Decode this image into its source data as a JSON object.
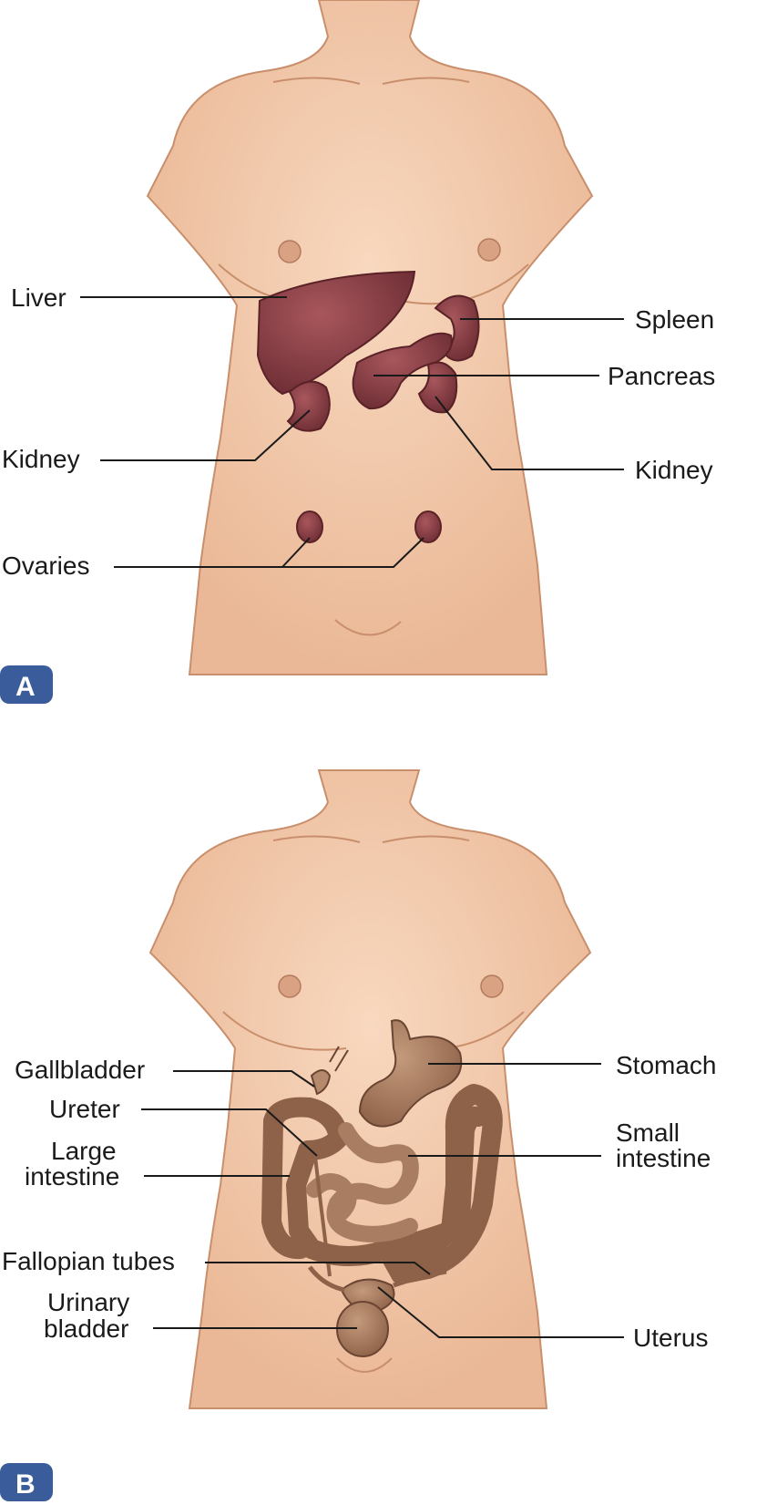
{
  "panels": {
    "a": {
      "badge": "A",
      "labels": {
        "liver": "Liver",
        "spleen": "Spleen",
        "pancreas": "Pancreas",
        "kidney_left": "Kidney",
        "kidney_right": "Kidney",
        "ovaries": "Ovaries"
      }
    },
    "b": {
      "badge": "B",
      "labels": {
        "gallbladder": "Gallbladder",
        "stomach": "Stomach",
        "ureter": "Ureter",
        "small_intestine": [
          "Small",
          "intestine"
        ],
        "large_intestine": [
          "Large",
          "intestine"
        ],
        "fallopian_tubes": "Fallopian tubes",
        "urinary_bladder": [
          "Urinary",
          "bladder"
        ],
        "uterus": "Uterus"
      }
    }
  },
  "colors": {
    "skin": "#f2c7a6",
    "skin_edge": "#c98f6c",
    "organ_red": "#8a4146",
    "organ_red_dark": "#6b2d33",
    "gut_brown": "#a87d62",
    "gut_dark": "#7c5541",
    "badge": "#3a5c9a"
  }
}
